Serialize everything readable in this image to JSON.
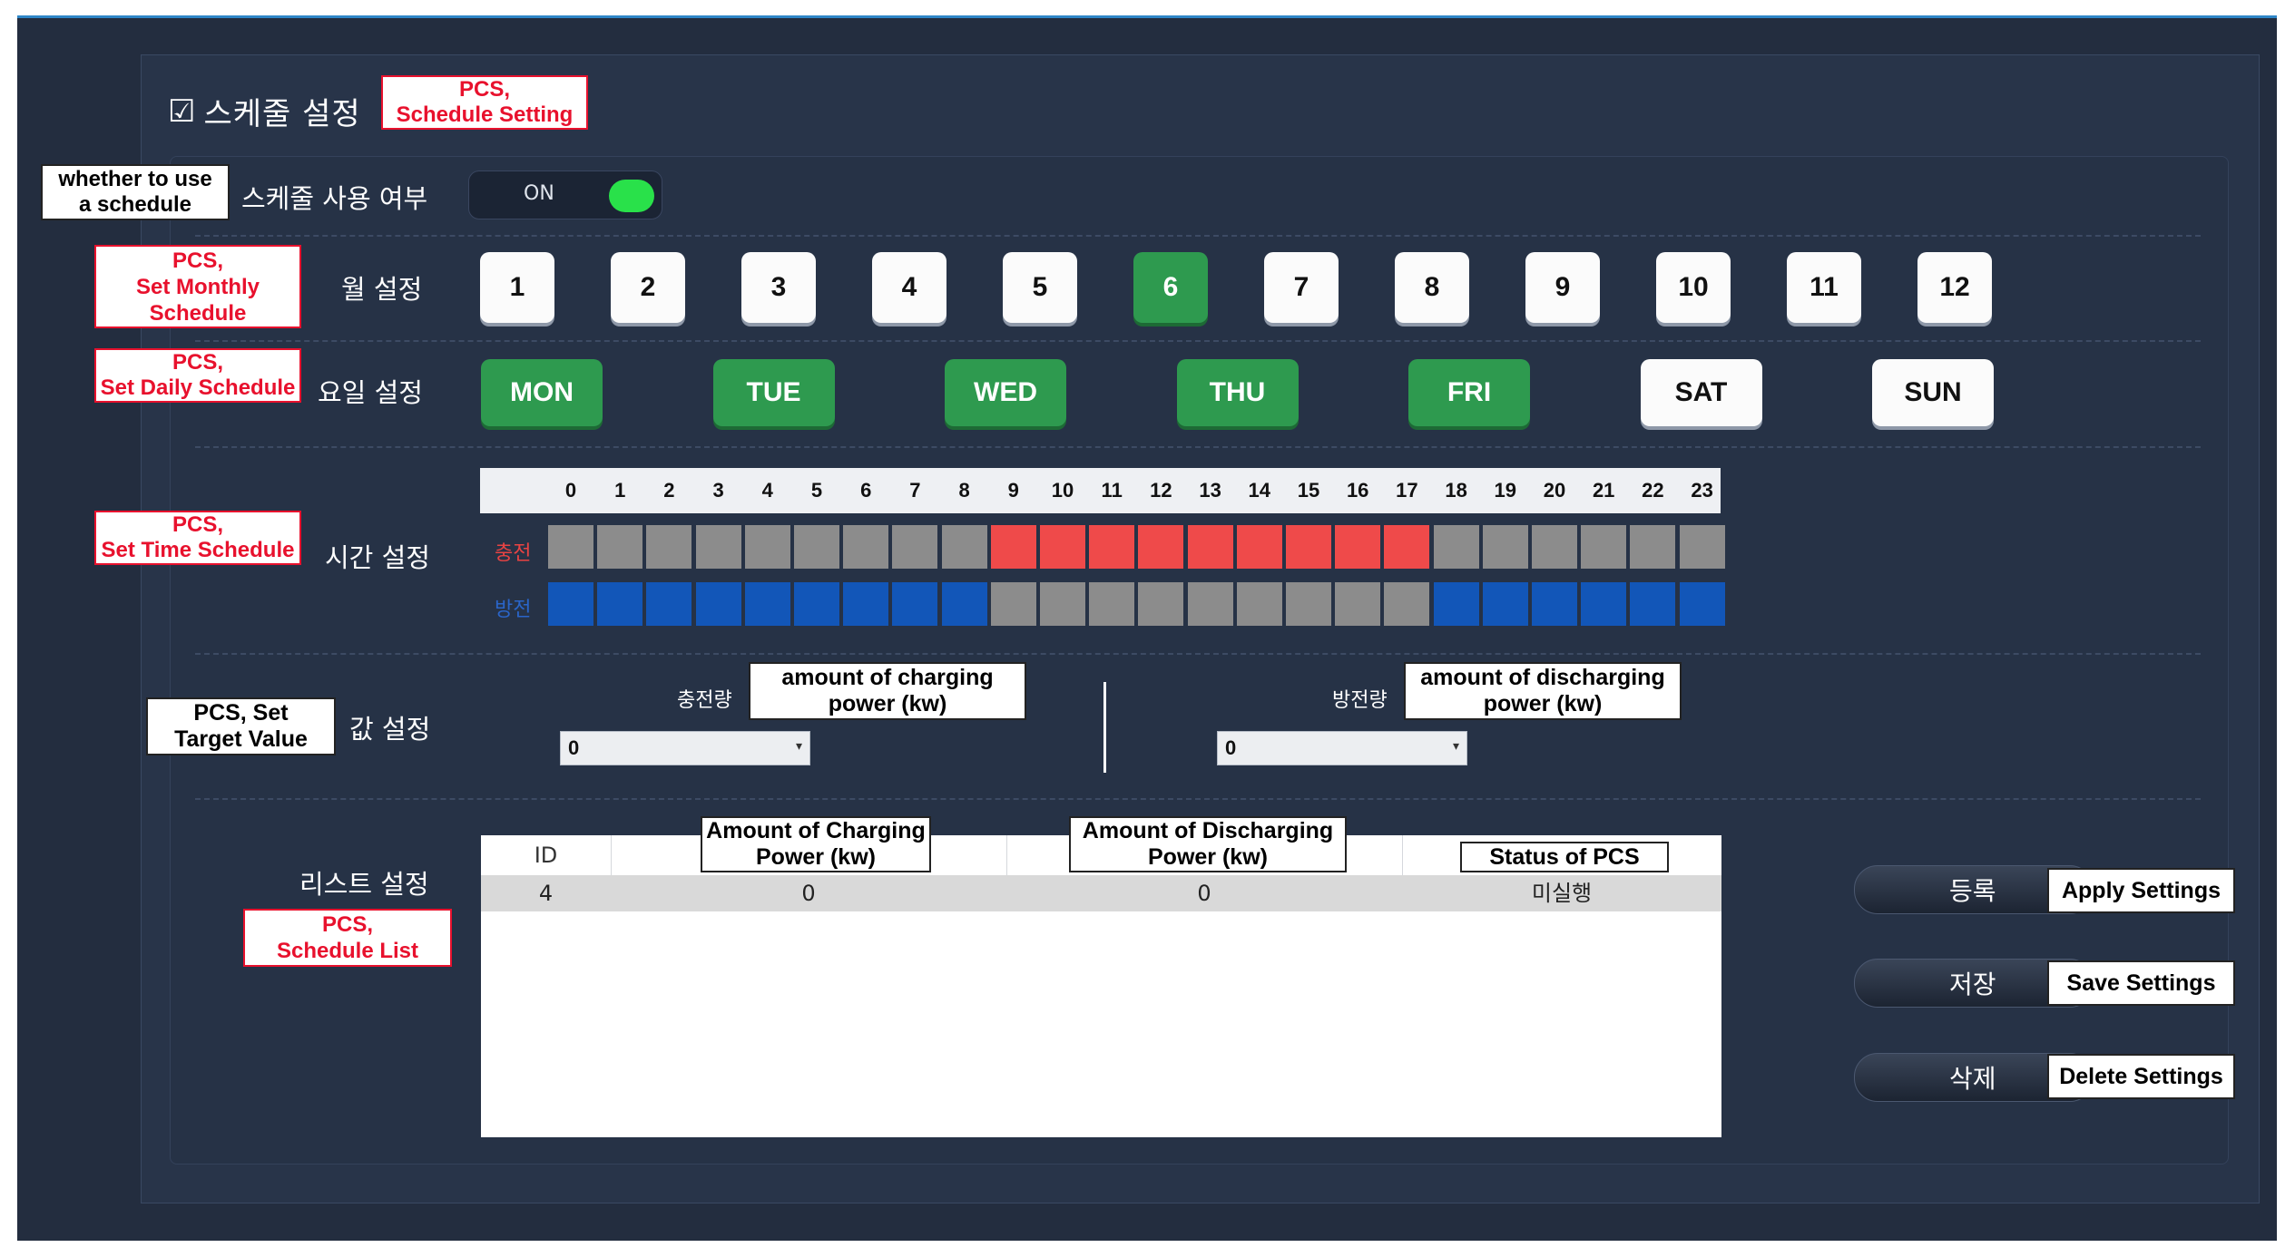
{
  "title": "스케줄 설정",
  "notes": {
    "title": "PCS,\nSchedule Setting",
    "use": "whether to use\na schedule",
    "month": "PCS,\nSet Monthly\nSchedule",
    "day": "PCS,\nSet Daily Schedule",
    "time": "PCS,\nSet Time Schedule",
    "target": "PCS, Set\nTarget Value",
    "list": "PCS,\nSchedule List",
    "charge_amount": "amount of charging\npower (kw)",
    "discharge_amount": "amount of discharging\npower (kw)",
    "col_charge": "Amount of Charging\nPower (kw)",
    "col_discharge": "Amount of Discharging\nPower (kw)",
    "col_status": "Status of PCS",
    "apply": "Apply Settings",
    "save": "Save Settings",
    "delete": "Delete Settings"
  },
  "labels": {
    "use": "스케줄 사용 여부",
    "month": "월 설정",
    "day": "요일 설정",
    "time": "시간 설정",
    "value": "값 설정",
    "list": "리스트 설정"
  },
  "toggle": {
    "text": "ON",
    "state": true
  },
  "months": [
    {
      "label": "1",
      "on": false
    },
    {
      "label": "2",
      "on": false
    },
    {
      "label": "3",
      "on": false
    },
    {
      "label": "4",
      "on": false
    },
    {
      "label": "5",
      "on": false
    },
    {
      "label": "6",
      "on": true
    },
    {
      "label": "7",
      "on": false
    },
    {
      "label": "8",
      "on": false
    },
    {
      "label": "9",
      "on": false
    },
    {
      "label": "10",
      "on": false
    },
    {
      "label": "11",
      "on": false
    },
    {
      "label": "12",
      "on": false
    }
  ],
  "days": [
    {
      "label": "MON",
      "on": true
    },
    {
      "label": "TUE",
      "on": true
    },
    {
      "label": "WED",
      "on": true
    },
    {
      "label": "THU",
      "on": true
    },
    {
      "label": "FRI",
      "on": true
    },
    {
      "label": "SAT",
      "on": false
    },
    {
      "label": "SUN",
      "on": false
    }
  ],
  "time": {
    "hours": [
      "0",
      "1",
      "2",
      "3",
      "4",
      "5",
      "6",
      "7",
      "8",
      "9",
      "10",
      "11",
      "12",
      "13",
      "14",
      "15",
      "16",
      "17",
      "18",
      "19",
      "20",
      "21",
      "22",
      "23"
    ],
    "charge_label": "충전",
    "discharge_label": "방전",
    "charge": [
      0,
      0,
      0,
      0,
      0,
      0,
      0,
      0,
      0,
      1,
      1,
      1,
      1,
      1,
      1,
      1,
      1,
      1,
      0,
      0,
      0,
      0,
      0,
      0
    ],
    "discharge": [
      1,
      1,
      1,
      1,
      1,
      1,
      1,
      1,
      1,
      0,
      0,
      0,
      0,
      0,
      0,
      0,
      0,
      0,
      1,
      1,
      1,
      1,
      1,
      1
    ]
  },
  "values": {
    "charge_label": "충전량",
    "charge_value": "0",
    "discharge_label": "방전량",
    "discharge_value": "0"
  },
  "table": {
    "col_id": "ID",
    "rows": [
      {
        "id": "4",
        "charge": "0",
        "discharge": "0",
        "status": "미실행"
      }
    ]
  },
  "buttons": {
    "apply": "등록",
    "save": "저장",
    "delete": "삭제"
  },
  "colors": {
    "accent_green": "#2e9a4f",
    "charge_red": "#ef4a4a",
    "discharge_blue": "#1256b8",
    "inactive_gray": "#8c8c8c",
    "toggle_on": "#29e14a"
  }
}
